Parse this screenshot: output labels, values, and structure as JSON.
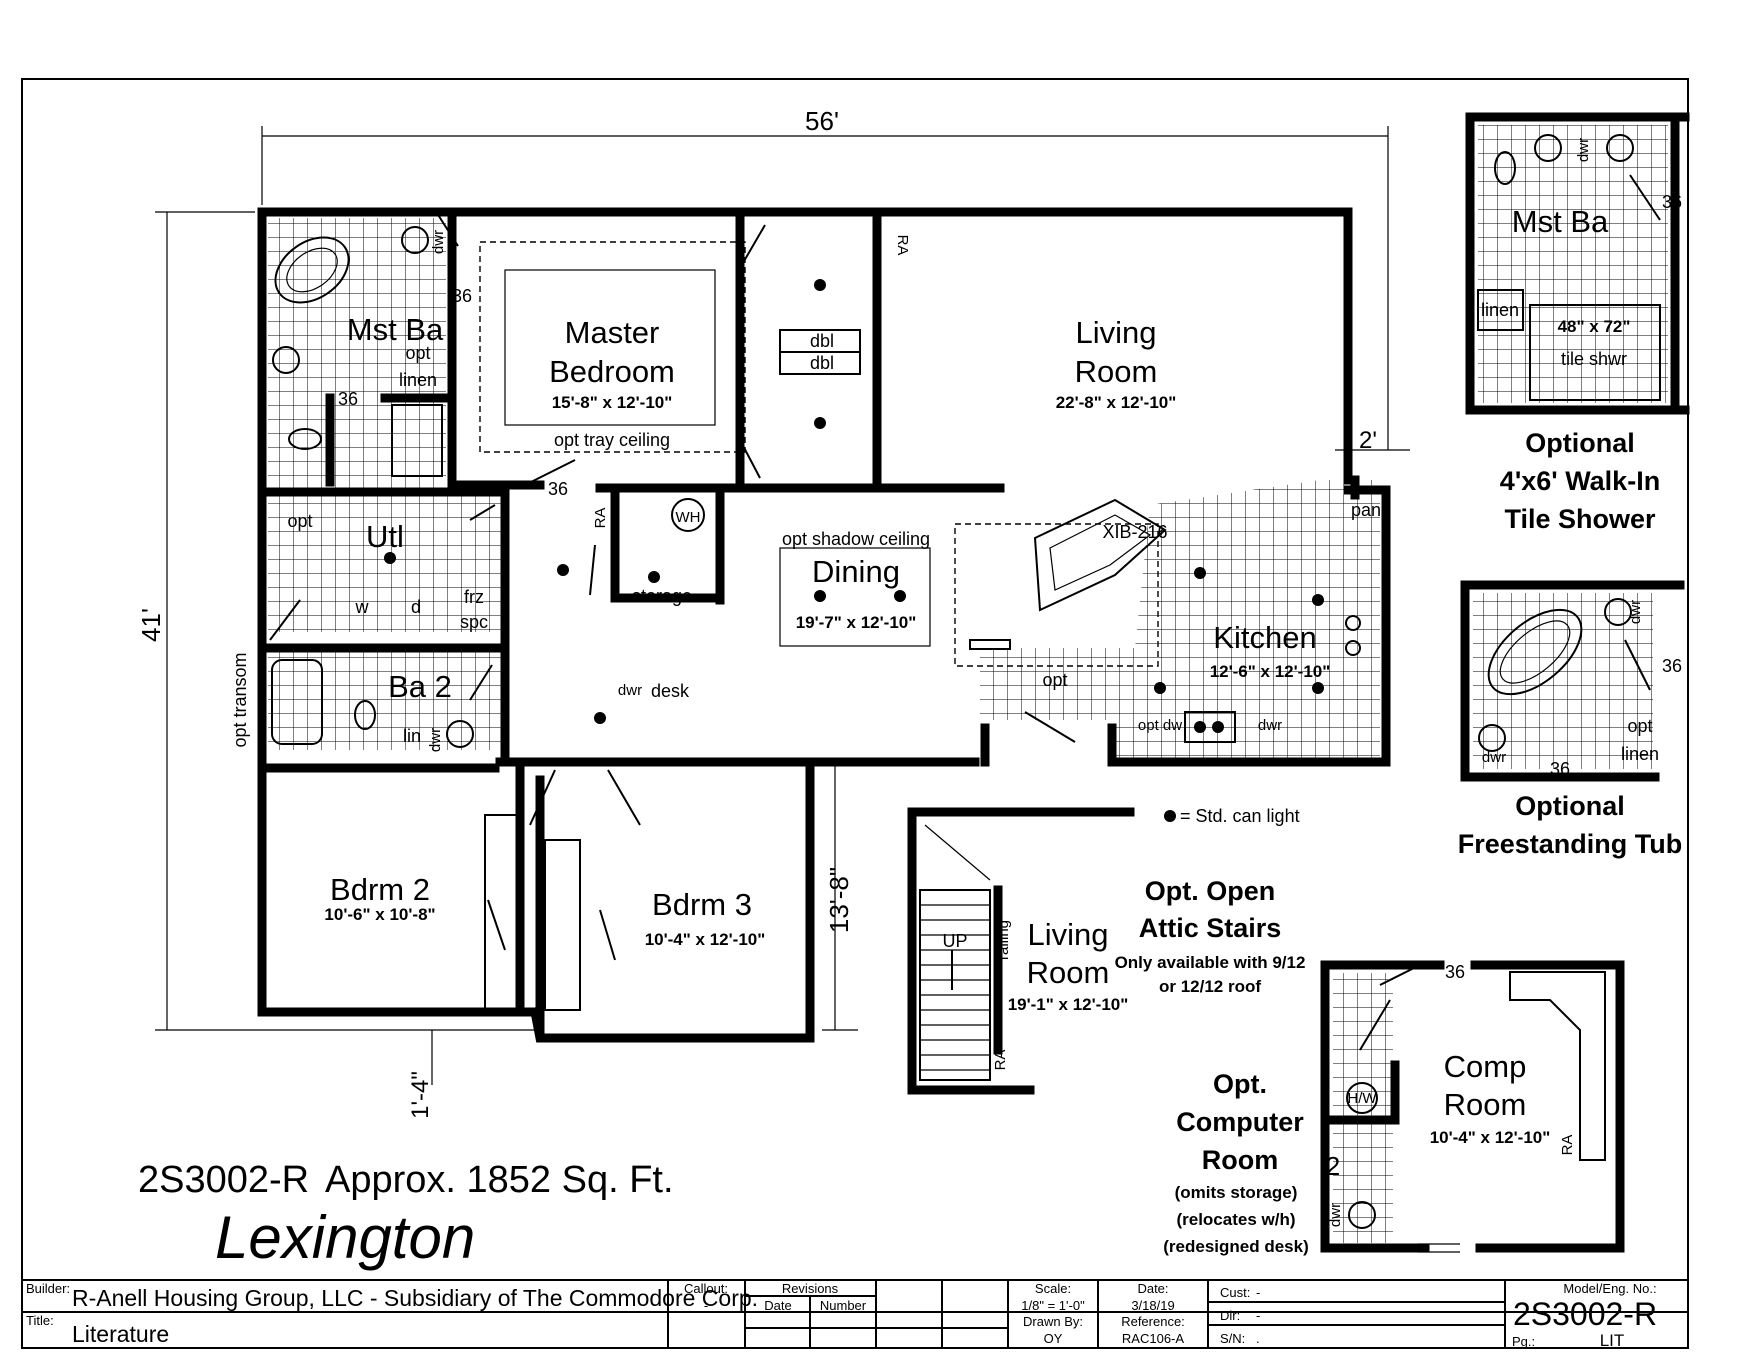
{
  "dimensions": {
    "width": "56'",
    "depth": "41'",
    "right_offset": "2'",
    "bedroom_wing": "13'-8\"",
    "bottom_offset": "1'-4\""
  },
  "rooms": {
    "master_bedroom": {
      "name_line1": "Master",
      "name_line2": "Bedroom",
      "size": "15'-8\" x 12'-10\"",
      "note": "opt tray ceiling"
    },
    "living_room": {
      "name_line1": "Living",
      "name_line2": "Room",
      "size": "22'-8\" x 12'-10\""
    },
    "dining": {
      "name": "Dining",
      "size": "19'-7\" x 12'-10\"",
      "note": "opt shadow ceiling"
    },
    "kitchen": {
      "name": "Kitchen",
      "size": "12'-6\" x 12'-10\"",
      "model": "XIB-216",
      "pan": "pan",
      "opt": "opt",
      "opt_dw": "opt dw",
      "dwr": "dwr"
    },
    "mst_ba": {
      "name": "Mst Ba",
      "opt": "opt",
      "linen": "linen",
      "dwr": "dwr",
      "door": "36",
      "door2": "36"
    },
    "utl": {
      "name": "Utl",
      "opt": "opt",
      "w": "w",
      "d": "d",
      "frz": "frz",
      "spc": "spc"
    },
    "ba2": {
      "name": "Ba 2",
      "lin": "lin",
      "dwr": "dwr",
      "opt_transom": "opt transom"
    },
    "bdrm2": {
      "name": "Bdrm 2",
      "size": "10'-6\" x 10'-8\""
    },
    "bdrm3": {
      "name": "Bdrm 3",
      "size": "10'-4\" x 12'-10\""
    },
    "hall": {
      "storage": "storage",
      "wh": "WH",
      "dwr": "dwr",
      "desk": "desk",
      "door": "36",
      "ra": "RA",
      "dbl1": "dbl",
      "dbl2": "dbl",
      "ra2": "RA"
    }
  },
  "legend": {
    "symbol": "●",
    "text": "= Std. can light"
  },
  "options": {
    "walk_in_shower": {
      "bath_label": "Mst Ba",
      "linen": "linen",
      "dwr": "dwr",
      "door": "36",
      "shower_size": "48\" x 72\"",
      "shower_label": "tile shwr",
      "title1": "Optional",
      "title2": "4'x6' Walk-In",
      "title3": "Tile Shower"
    },
    "freestanding_tub": {
      "opt": "opt",
      "linen": "linen",
      "dwr1": "dwr",
      "dwr2": "dwr",
      "door1": "36",
      "door2": "36",
      "title1": "Optional",
      "title2": "Freestanding Tub"
    },
    "attic_stairs": {
      "room_line1": "Living",
      "room_line2": "Room",
      "size": "19'-1\" x 12'-10\"",
      "up": "UP",
      "railing": "railing",
      "ra": "RA",
      "title1": "Opt. Open",
      "title2": "Attic Stairs",
      "note1": "Only available with 9/12",
      "note2": "or 12/12 roof"
    },
    "computer_room": {
      "room_line1": "Comp",
      "room_line2": "Room",
      "size": "10'-4\" x 12'-10\"",
      "wh": "H/W",
      "door": "36",
      "num": "2",
      "dwr": "dwr",
      "ra": "RA",
      "title1": "Opt.",
      "title2": "Computer",
      "title3": "Room",
      "note1": "(omits storage)",
      "note2": "(relocates w/h)",
      "note3": "(redesigned desk)"
    }
  },
  "plan_title": {
    "model": "2S3002-R",
    "area": "Approx. 1852 Sq. Ft.",
    "name": "Lexington"
  },
  "title_block": {
    "builder_label": "Builder:",
    "builder": "R-Anell Housing Group, LLC - Subsidiary of The Commodore Corp.",
    "title_label": "Title:",
    "title": "Literature",
    "callout_label": "Callout:",
    "callout": "-",
    "revisions_label": "Revisions",
    "date_col": "Date",
    "number_col": "Number",
    "scale_label": "Scale:",
    "scale": "1/8\" = 1'-0\"",
    "date_label": "Date:",
    "date": "3/18/19",
    "drawn_label": "Drawn By:",
    "drawn": "OY",
    "reference_label": "Reference:",
    "reference": "RAC106-A",
    "cust_label": "Cust:",
    "cust": "-",
    "dlr_label": "Dlr:",
    "dlr": "-",
    "sn_label": "S/N:",
    "sn": ".",
    "model_label": "Model/Eng. No.:",
    "model": "2S3002-R",
    "pg_label": "Pg.:",
    "pg": "LIT"
  }
}
